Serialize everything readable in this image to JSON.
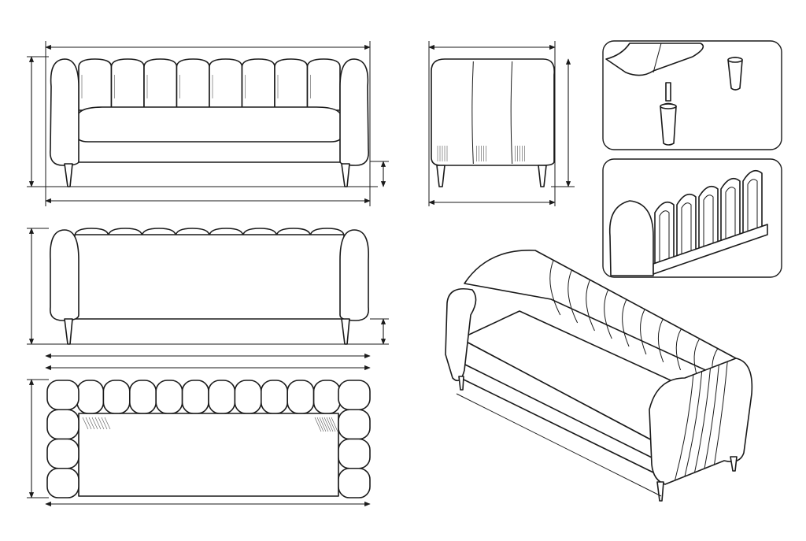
{
  "colors": {
    "background": "#ffffff",
    "line": "#1a1a1a",
    "hatch": "#555555"
  },
  "drawing": {
    "back_channels": 8,
    "side_channels": 3,
    "top_back_cushions": 10,
    "arm_cushions_per_side": 4,
    "iso_back_channels": 11,
    "iso_arm_channels": 5
  }
}
